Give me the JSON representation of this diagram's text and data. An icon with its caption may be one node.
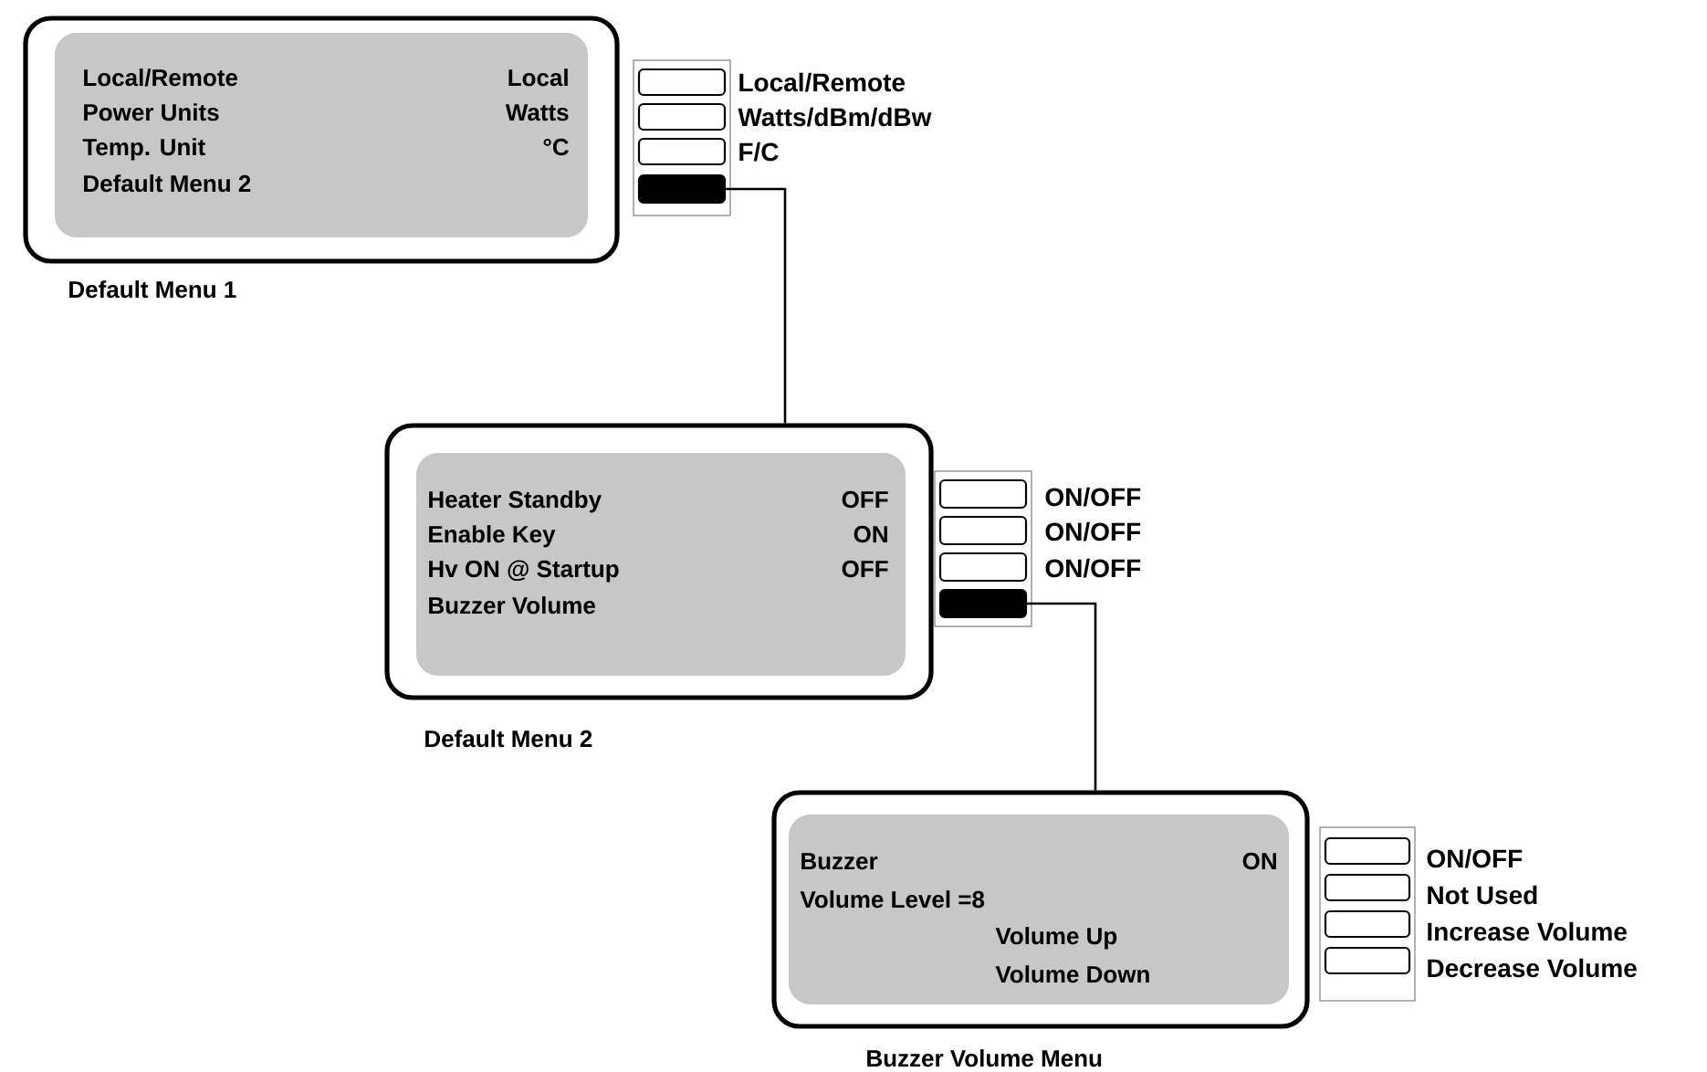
{
  "diagram": {
    "nodes": [
      {
        "text": [
          "Local/Remote",
          "Local",
          "Power Units",
          "Watts",
          "Temp. Unit",
          "°C",
          "Default Menu 2"
        ],
        "beside": [
          "Default Menu 1"
        ]
      },
      {
        "text": [],
        "shape": "box"
      },
      {
        "text": [],
        "shape": "box",
        "in": 1,
        "beside": [
          "Local/Remote"
        ]
      },
      {
        "text": [],
        "shape": "box",
        "in": 1,
        "beside": [
          "Watts/dBm/dBw"
        ]
      },
      {
        "text": [],
        "shape": "box",
        "in": 1,
        "beside": [
          "F/C"
        ]
      },
      {
        "text": [],
        "shape": "box",
        "in": 1
      },
      {
        "text": [
          "Heater Standby",
          "OFF",
          "Enable Key",
          "ON",
          "Hv ON @ Startup",
          "OFF",
          "Buzzer Volume"
        ],
        "beside": [
          "Default Menu 2"
        ]
      },
      {
        "text": [],
        "shape": "box"
      },
      {
        "text": [],
        "shape": "box",
        "in": 7,
        "beside": [
          "ON/OFF"
        ]
      },
      {
        "text": [],
        "shape": "box",
        "in": 7,
        "beside": [
          "ON/OFF"
        ]
      },
      {
        "text": [],
        "shape": "box",
        "in": 7,
        "beside": [
          "ON/OFF"
        ]
      },
      {
        "text": [],
        "shape": "box",
        "in": 7
      },
      {
        "text": [
          "Buzzer",
          "ON",
          "Volume Level =8",
          "Volume Up",
          "Volume Down"
        ],
        "beside": [
          "Buzzer Volume Menu"
        ]
      },
      {
        "text": [],
        "shape": "box"
      },
      {
        "text": [],
        "shape": "box",
        "in": 13,
        "beside": [
          "ON/OFF"
        ]
      },
      {
        "text": [],
        "shape": "box",
        "in": 13,
        "beside": [
          "Not Used"
        ]
      },
      {
        "text": [],
        "shape": "box",
        "in": 13,
        "beside": [
          "Increase Volume"
        ]
      },
      {
        "text": [],
        "shape": "box",
        "in": 13,
        "beside": [
          "Decrease Volume"
        ]
      }
    ],
    "edges": [
      {
        "from": 5,
        "to": 6,
        "arrow": "none"
      },
      {
        "from": 11,
        "to": 12,
        "arrow": "none"
      }
    ]
  }
}
